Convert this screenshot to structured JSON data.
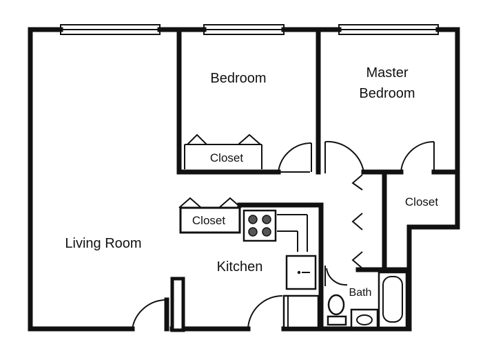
{
  "rooms": {
    "living_room": "Living Room",
    "bedroom": "Bedroom",
    "master_bedroom_line1": "Master",
    "master_bedroom_line2": "Bedroom",
    "kitchen": "Kitchen",
    "bath": "Bath"
  },
  "closets": {
    "bedroom_closet": "Closet",
    "master_closet": "Closet",
    "kitchen_closet": "Closet"
  },
  "icons": [
    "window-icon",
    "door-swing-icon",
    "stove-icon",
    "sink-icon",
    "toilet-icon",
    "bathtub-icon"
  ]
}
